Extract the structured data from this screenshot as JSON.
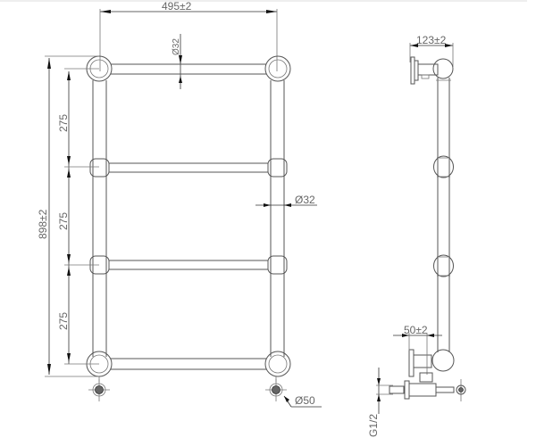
{
  "drawing": {
    "type": "technical drawing",
    "subject": "towel radiator with valves",
    "views": [
      "front",
      "side"
    ]
  },
  "front_view": {
    "dimensions": {
      "overall_width": "495±2",
      "overall_height": "898±2",
      "rail_spacing": [
        "275",
        "275",
        "275"
      ],
      "top_rail_diameter": "Ø32",
      "side_tube_diameter": "Ø32",
      "valve_diameter": "Ø50"
    },
    "rails": 4
  },
  "side_view": {
    "dimensions": {
      "depth": "123±2",
      "valve_offset": "50±2",
      "thread": "G1/2"
    }
  }
}
